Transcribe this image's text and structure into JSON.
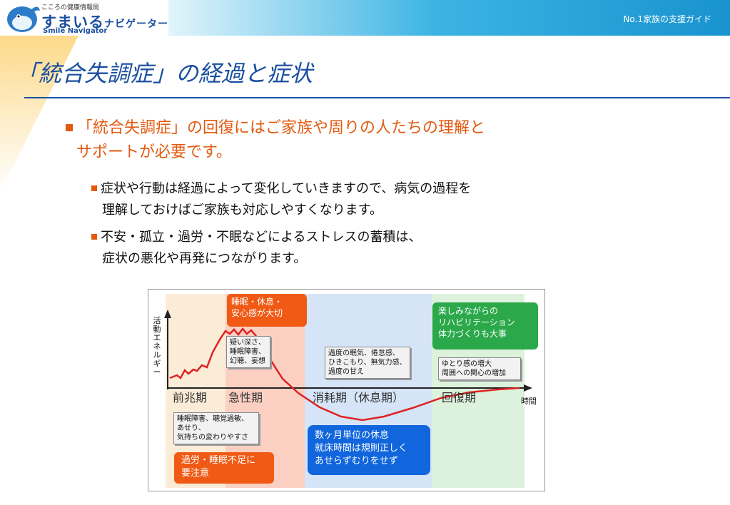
{
  "header": {
    "logo_tag": "こころの健康情報局",
    "logo_main": "すまいる",
    "logo_sub": "ナビゲーター",
    "logo_en": "Smile Navigator",
    "guide": "No.1家族の支援ガイド"
  },
  "title": "「統合失調症」の経過と症状",
  "lead": [
    "「統合失調症」の回復にはご家族や周りの人たちの理解と",
    "サポートが必要です。"
  ],
  "points": [
    {
      "lines": [
        "症状や行動は経過によって変化していきますので、病気の過程を",
        "理解しておけばご家族も対応しやすくなります。"
      ]
    },
    {
      "lines": [
        "不安・孤立・過労・不眠などによるストレスの蓄積は、",
        "症状の悪化や再発につながります。"
      ]
    }
  ],
  "diagram": {
    "y_axis_label": "活動エネルギー",
    "x_axis_label": "時間",
    "phases": [
      "前兆期",
      "急性期",
      "消耗期（休息期）",
      "回復期"
    ],
    "colors": {
      "prodromal_bg": "#fbecd7",
      "acute_bg": "#fbd0c3",
      "exhaustion_bg": "#d6e4f7",
      "recovery_bg": "#dcf2dc",
      "curve": "#dd2222",
      "accent_orange": "#f05a14",
      "accent_green": "#2aa84a",
      "accent_blue": "#1166dd"
    },
    "notes": {
      "acute_care": [
        "睡眠・休息・",
        "安心感が大切"
      ],
      "acute_symptoms": [
        "疑い深さ、",
        "睡眠障害、",
        "幻聴、妄想"
      ],
      "exhaustion_symptoms": [
        "過度の眠気、倦怠感、",
        "ひきこもり、無気力感、",
        "過度の甘え"
      ],
      "recovery_care": [
        "楽しみながらの",
        "リハビリテーション",
        "体力づくりも大事"
      ],
      "recovery_symptoms": [
        "ゆとり感の増大",
        "周囲への関心の増加"
      ],
      "prodromal_symptoms": [
        "睡眠障害、聴覚過敏、",
        "あせり、",
        "気持ちの変わりやすさ"
      ],
      "prodromal_care": [
        "過労・睡眠不足に",
        "要注意"
      ],
      "exhaustion_care": [
        "数ヶ月単位の休息",
        "就床時間は規則正しく",
        "あせらずむりをせず"
      ]
    }
  }
}
